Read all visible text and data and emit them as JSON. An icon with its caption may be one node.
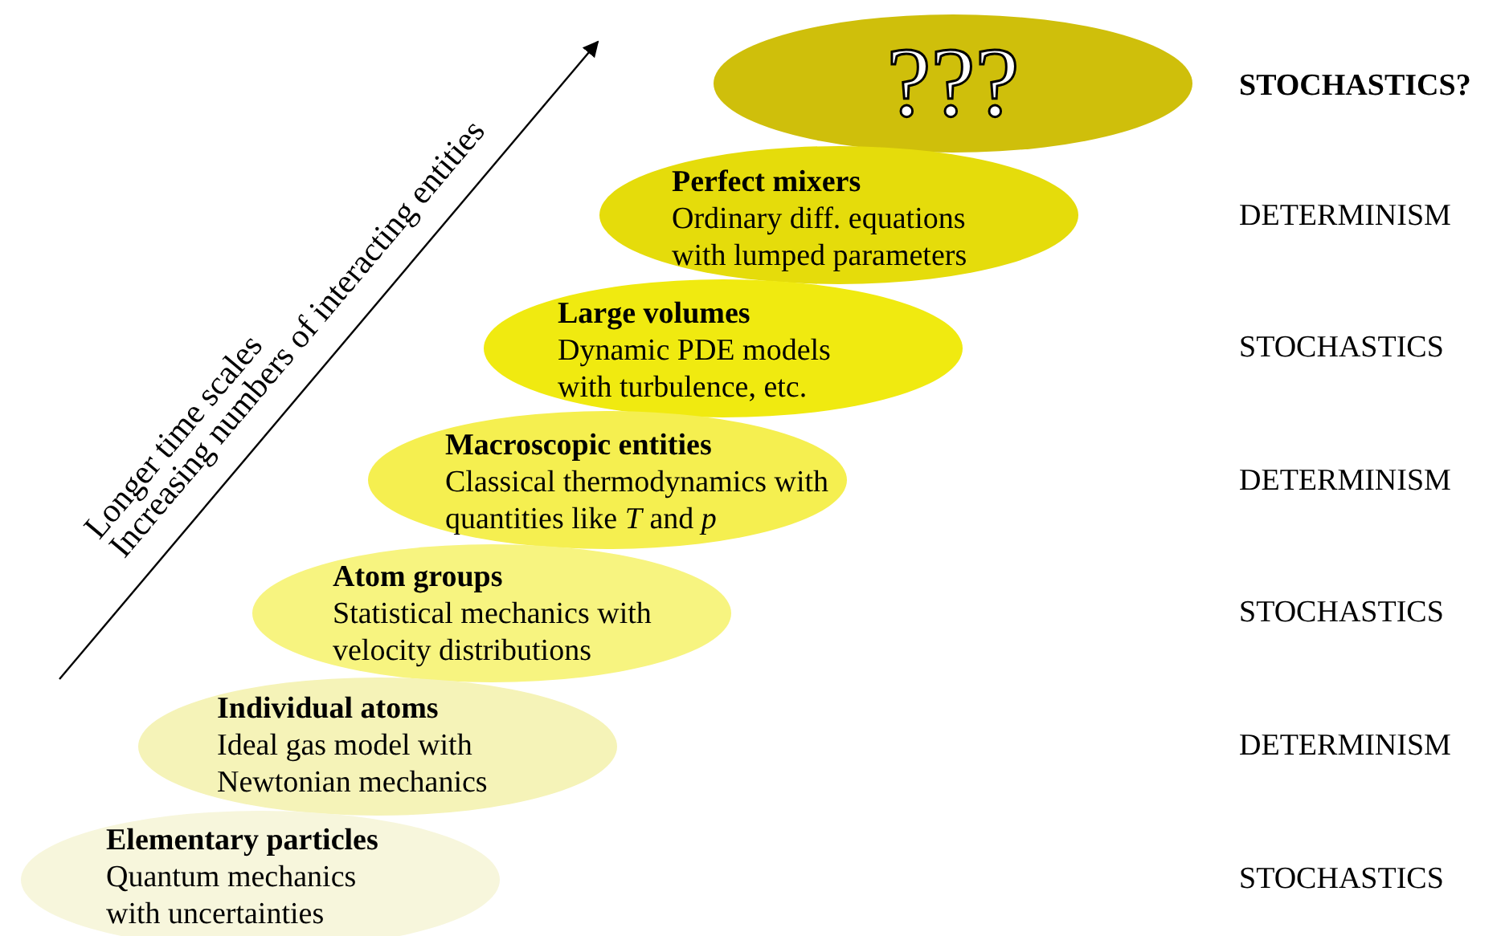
{
  "diagram": {
    "nodes": [
      {
        "text": [
          "???"
        ]
      },
      {
        "text": [
          "Perfect mixers",
          "Ordinary diff. equations with lumped parameters"
        ]
      },
      {
        "text": [
          "Large volumes",
          "Dynamic PDE models with turbulence, etc."
        ]
      },
      {
        "text": [
          "Macroscopic entities",
          "Classical thermodynamics with quantities like *T* and *p*"
        ]
      },
      {
        "text": [
          "Atom groups",
          "Statistical mechanics with velocity distributions"
        ]
      },
      {
        "text": [
          "Individual atoms",
          "Ideal gas model with Newtonian mechanics"
        ]
      },
      {
        "text": [
          "Elementary particles",
          "Quantum mechanics with uncertainties"
        ]
      }
    ],
    "edges": [],
    "labels": [
      "Longer time scales",
      "Increasing numbers of interacting entities",
      "**STOCHASTICS?**",
      "DETERMINISM",
      "STOCHASTICS",
      "DETERMINISM",
      "STOCHASTICS",
      "DETERMINISM",
      "STOCHASTICS"
    ]
  }
}
